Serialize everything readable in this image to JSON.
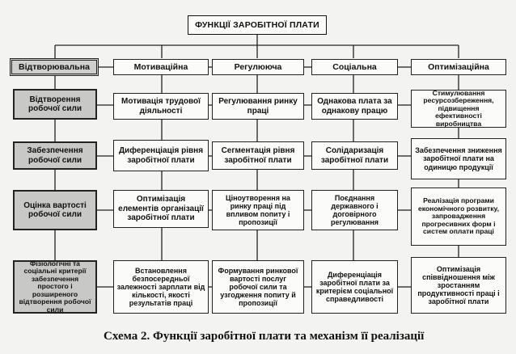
{
  "diagram": {
    "title": "ФУНКЦІЇ ЗАРОБІТНОЇ ПЛАТИ",
    "caption": "Схема 2. Функції заробітної плати та механізм її реалізації",
    "columns": [
      {
        "header": "Відтворювальна",
        "cells": [
          "Відтворення робочої сили",
          "Забезпечення робочої сили",
          "Оцінка вартості робочої сили",
          "Фізіологічні та соціальні критерії забезпечення простого і розширеного відтворення робочої сили"
        ]
      },
      {
        "header": "Мотиваційна",
        "cells": [
          "Мотивація трудової діяльності",
          "Диференціація рівня заробітної плати",
          "Оптимізація елементів організації заробітної плати",
          "Встановлення безпосередньої залежності зарплати від кількості, якості результатів праці"
        ]
      },
      {
        "header": "Регулююча",
        "cells": [
          "Регулювання ринку праці",
          "Сегментація рівня заробітної плати",
          "Ціноутворення на ринку праці під впливом попиту і пропозиції",
          "Формування ринкової вартості послуг робочої сили та узгодження попиту й пропозиції"
        ]
      },
      {
        "header": "Соціальна",
        "cells": [
          "Однакова плата за однакову працю",
          "Солідаризація заробітної плати",
          "Поєднання державного і договірного регулювання",
          "Диференціація заробітної плати за критерієм соціальної справедливості"
        ]
      },
      {
        "header": "Оптимізаційна",
        "cells": [
          "Стимулювання ресурсозбереження, підвищення ефективності виробництва",
          "Забезпечення зниження заробітної плати на одиницю продукції",
          "Реалізація програми економічного розвитку, запровадження прогресивних форм і систем оплати праці",
          "Оптимізація співвідношення між зростанням продуктивності праці і заробітної плати"
        ]
      }
    ]
  }
}
